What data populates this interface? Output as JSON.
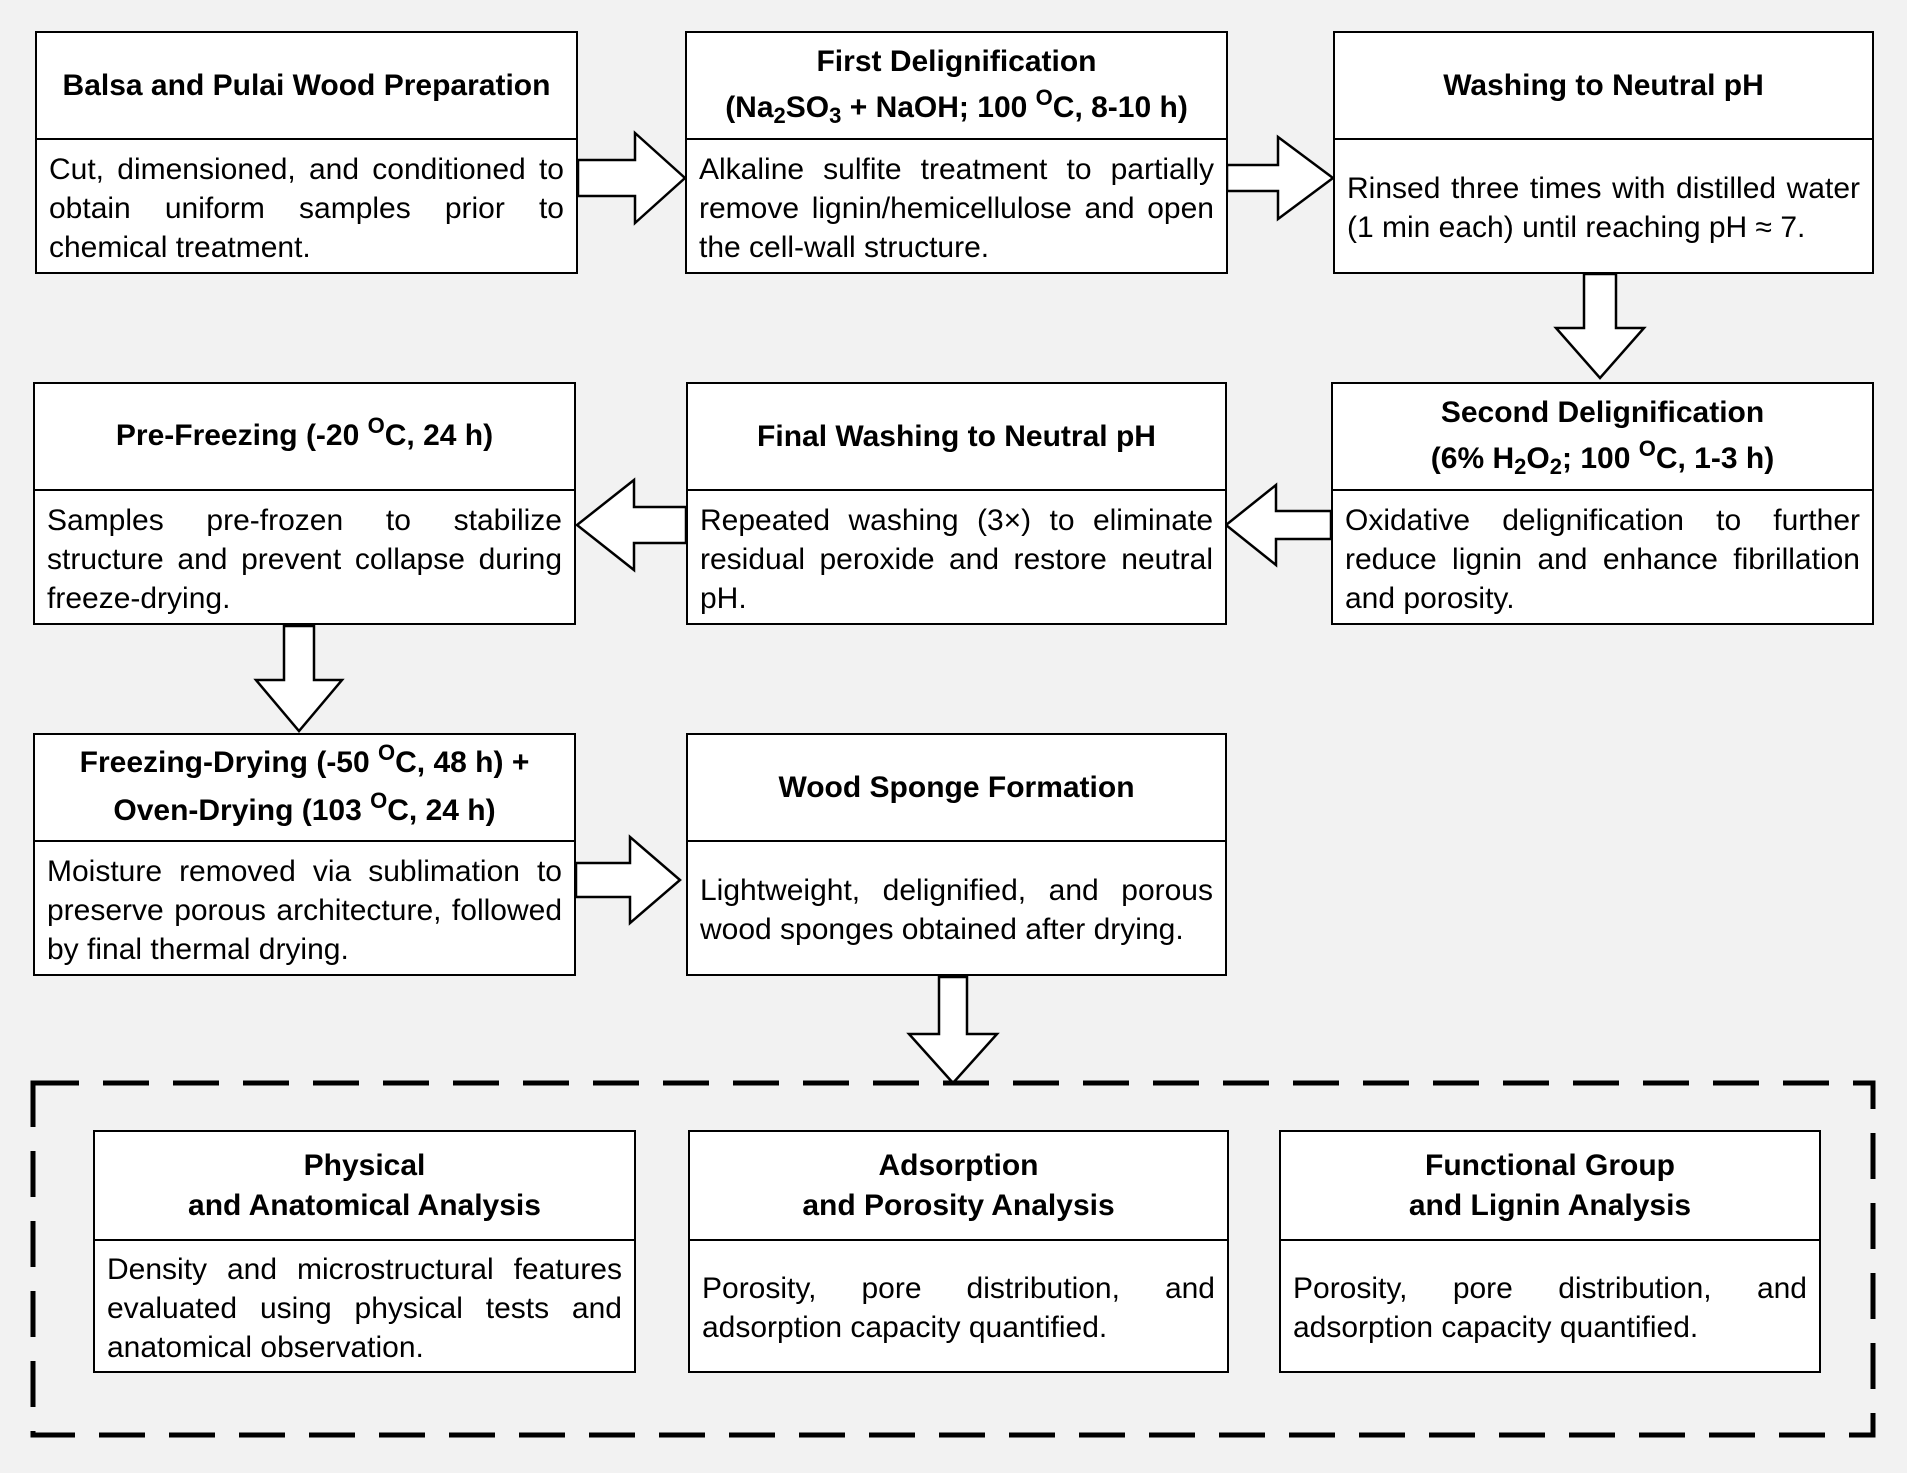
{
  "steps": {
    "prep": {
      "title": "Balsa and Pulai Wood Preparation",
      "desc": "Cut, dimensioned, and conditioned to obtain uniform samples prior to chemical treatment."
    },
    "first_delig": {
      "title": "First Delignification",
      "cond_open": "(Na",
      "cond_sub1": "2",
      "cond_mid1": "SO",
      "cond_sub2": "3",
      "cond_mid2": " + NaOH; 100 ",
      "cond_sup": "O",
      "cond_close": "C, 8-10 h)",
      "desc": "Alkaline sulfite treatment to partially remove lignin/hemicellulose and open the cell-wall structure."
    },
    "washing": {
      "title": "Washing to Neutral pH",
      "desc": "Rinsed three times with distilled water (1 min each) until reaching pH ≈ 7."
    },
    "second_delig": {
      "title": "Second Delignification",
      "cond_open": "(6% H",
      "cond_sub1": "2",
      "cond_mid": "O",
      "cond_sub2": "2",
      "cond_mid2": "; 100 ",
      "cond_sup": "O",
      "cond_close": "C, 1-3 h)",
      "desc": "Oxidative delignification to further reduce lignin and enhance fibrillation and porosity."
    },
    "final_wash": {
      "title": "Final Washing to Neutral pH",
      "desc": "Repeated washing (3×) to eliminate residual peroxide and restore neutral pH."
    },
    "pre_freeze": {
      "title_open": "Pre-Freezing (-20 ",
      "title_sup": "O",
      "title_close": "C, 24 h)",
      "desc": "Samples pre-frozen to stabilize structure and prevent collapse during freeze-drying."
    },
    "freeze_dry": {
      "line1_open": "Freezing-Drying (-50 ",
      "line1_sup": "O",
      "line1_close": "C, 48 h) +",
      "line2_open": "Oven-Drying (103 ",
      "line2_sup": "O",
      "line2_close": "C, 24 h)",
      "desc": "Moisture removed via sublimation to preserve porous architecture, followed by final thermal drying."
    },
    "sponge": {
      "title": "Wood Sponge Formation",
      "desc": "Lightweight, delignified, and porous wood sponges obtained after drying."
    }
  },
  "analyses": [
    {
      "title_line1": "Physical",
      "title_line2": "and Anatomical Analysis",
      "desc": "Density and microstructural features evaluated using physical tests and anatomical observation."
    },
    {
      "title_line1": "Adsorption",
      "title_line2": "and Porosity Analysis",
      "desc": "Porosity, pore distribution, and adsorption capacity quantified."
    },
    {
      "title_line1": "Functional Group",
      "title_line2": "and Lignin Analysis",
      "desc": "Porosity, pore distribution, and adsorption capacity quantified."
    }
  ]
}
